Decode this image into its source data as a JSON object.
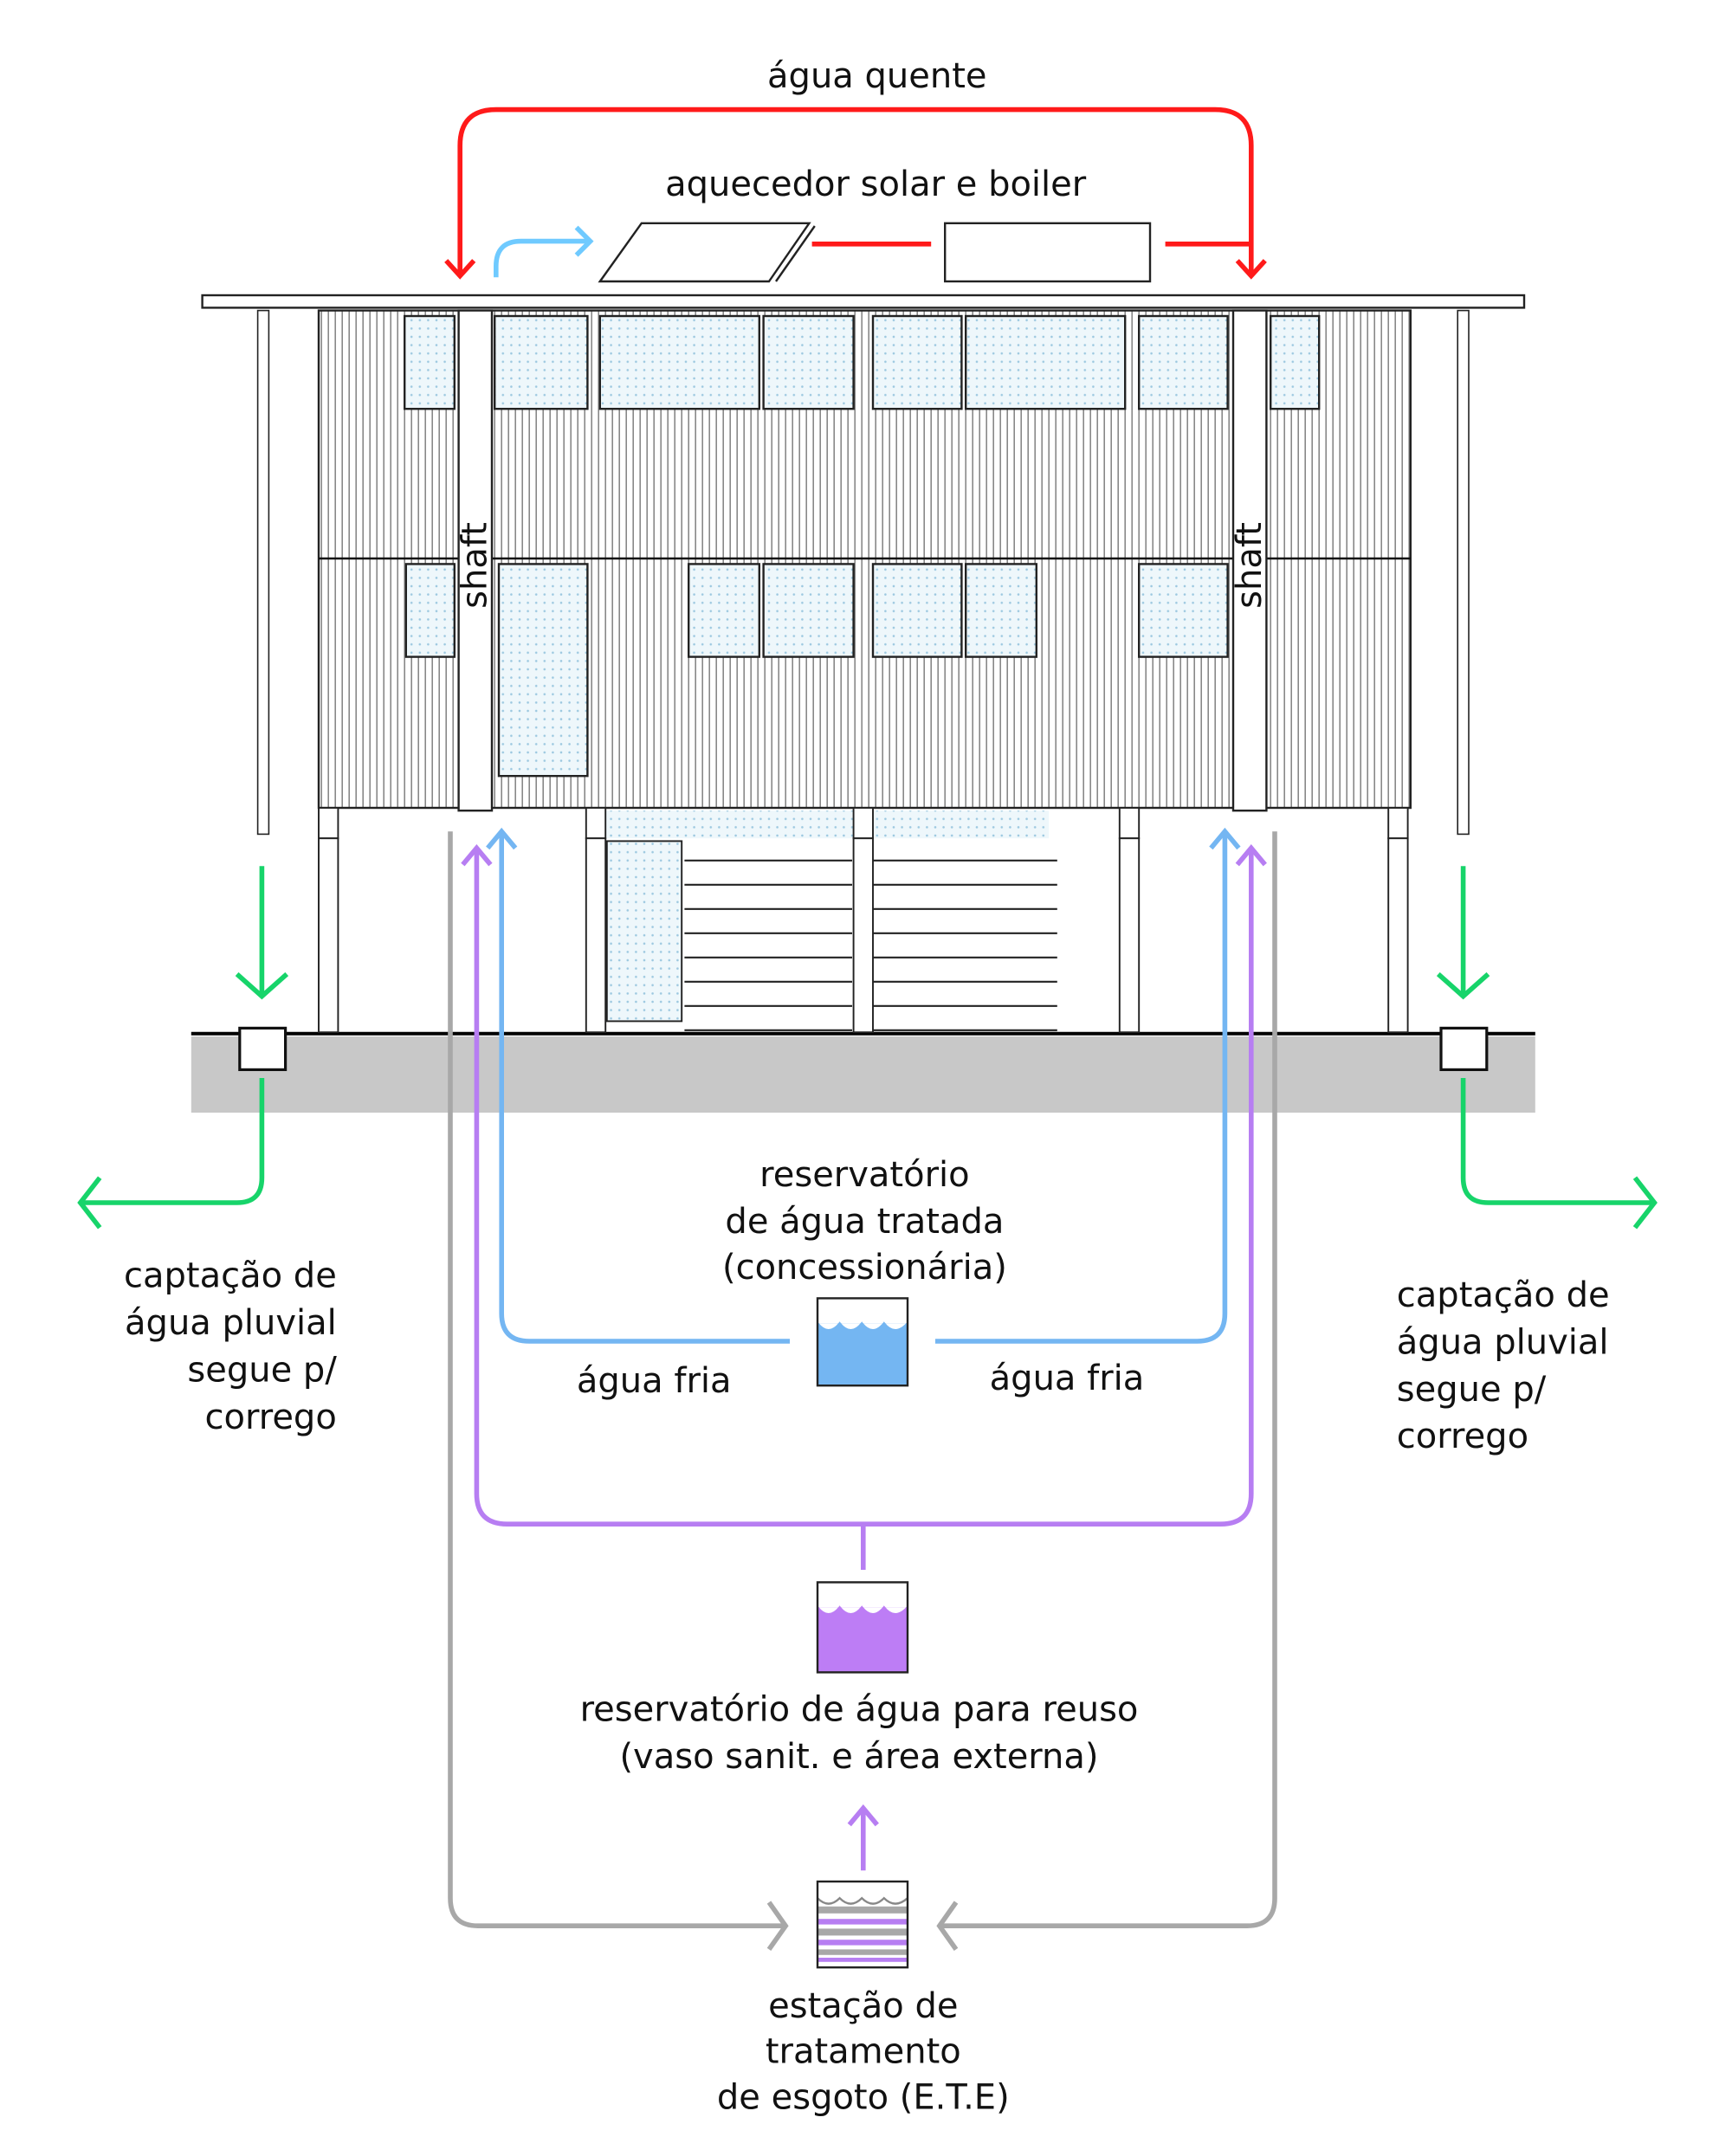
{
  "labels": {
    "hot_water": "água quente",
    "solar_heater": "aquecedor solar e boiler",
    "shaft_left": "shaft",
    "shaft_right": "shaft",
    "treated_reservoir": [
      "reservatório",
      "de água tratada",
      "(concessionária)"
    ],
    "cold_water_left": "água fria",
    "cold_water_right": "água fria",
    "rain_left": [
      "captação de",
      "água pluvial",
      "segue p/",
      "corrego"
    ],
    "rain_right": [
      "captação de",
      "água pluvial",
      "segue p/",
      "corrego"
    ],
    "reuse_reservoir": [
      "reservatório de água para reuso",
      "(vaso sanit. e área externa)"
    ],
    "ete": [
      "estação de",
      "tratamento",
      "de esgoto (E.T.E)"
    ]
  },
  "colors": {
    "hot_water": "#ff1a1a",
    "solar_feed": "#6fcaff",
    "cold_water": "#74b6f2",
    "reuse_water": "#b77ef2",
    "rain_water": "#17d46a",
    "sewage": "#a8a8a8",
    "ground": "#c8c8c8"
  }
}
